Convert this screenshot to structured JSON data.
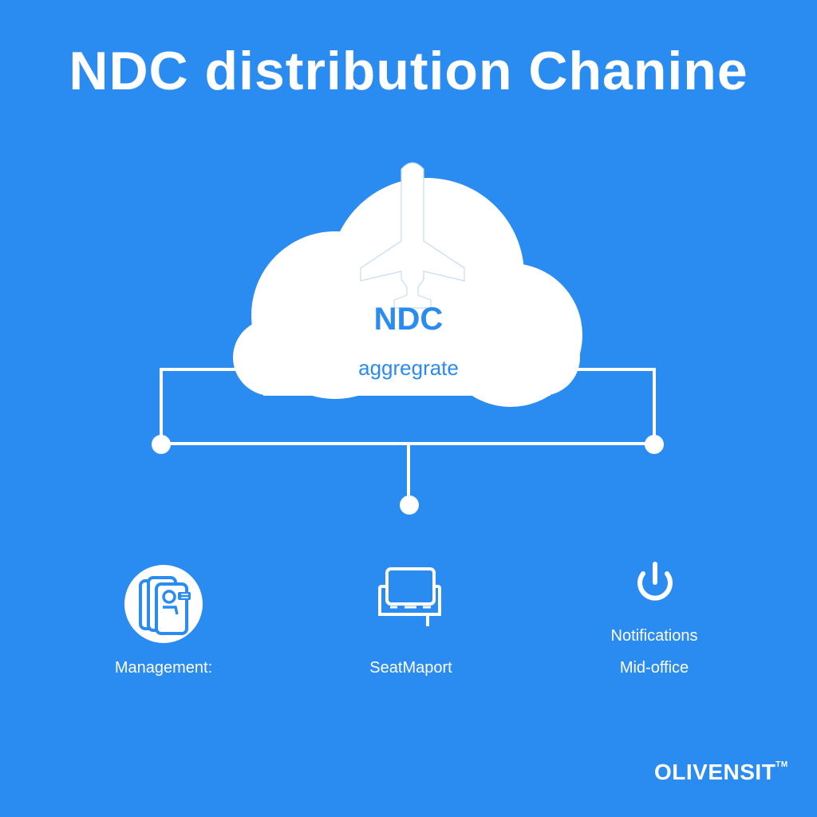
{
  "title": "NDC distribution Chanine",
  "cloud": {
    "icon": "airplane-icon",
    "heading": "NDC",
    "subheading": "aggregrate"
  },
  "nodes": [
    {
      "icon": "user-id-card-icon",
      "label": "Management:"
    },
    {
      "icon": "seat-map-terminal-icon",
      "label": "SeatMaport"
    },
    {
      "icon": "power-icon",
      "label": "Notifications",
      "sublabel": "Mid-office"
    }
  ],
  "brand": {
    "name": "OLIVENSIT",
    "mark": "TM"
  },
  "colors": {
    "background": "#2a8bf0",
    "foreground": "#ffffff",
    "accent_text": "#2a8bf0"
  }
}
